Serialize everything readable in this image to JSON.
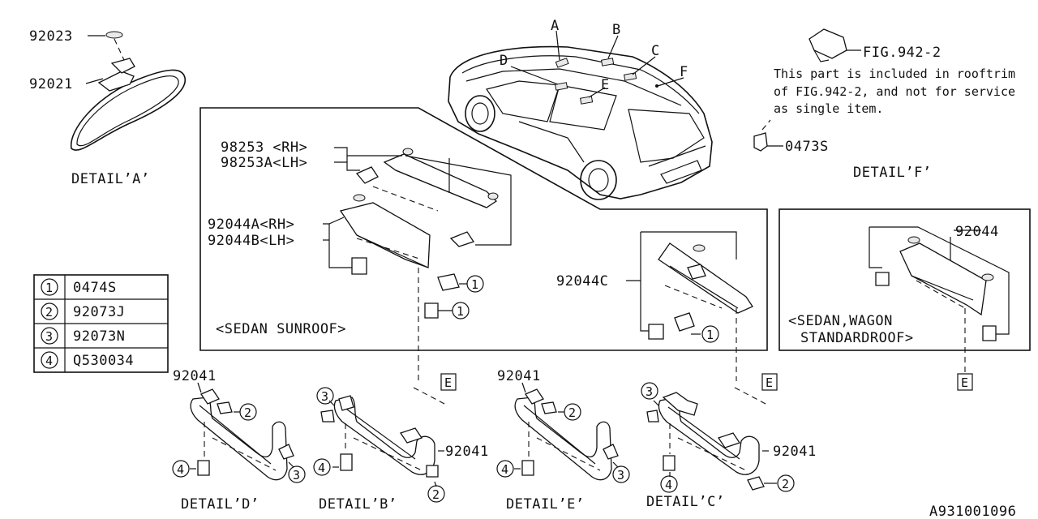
{
  "labels": {
    "p92023": "92023",
    "p92021": "92021",
    "detail_a": "DETAIL’A’",
    "car_a": "A",
    "car_b": "B",
    "car_c": "C",
    "car_d": "D",
    "car_e": "E",
    "car_f": "F",
    "fig942": "FIG.942-2",
    "note_1": "This part is included in rooftrim",
    "note_2": "of FIG.942-2, and not for service",
    "note_3": "as single item.",
    "p0473s": "0473S",
    "detail_f": "DETAIL’F’",
    "p98253_rh": "98253 <RH>",
    "p98253a_lh": "98253A<LH>",
    "p92044a_rh": "92044A<RH>",
    "p92044b_lh": "92044B<LH>",
    "sedan_sunroof": "<SEDAN SUNROOF>",
    "p92044c": "92044C",
    "p92044": "92044",
    "std_roof_1": "<SEDAN,WAGON",
    "std_roof_2": "STANDARDROOF>",
    "box_e": "E",
    "p92041": "92041",
    "detail_d": "DETAIL’D’",
    "detail_b": "DETAIL’B’",
    "detail_e": "DETAIL’E’",
    "detail_c": "DETAIL’C’",
    "drawing_id": "A931001096"
  },
  "legend": [
    {
      "num": "1",
      "part": "0474S"
    },
    {
      "num": "2",
      "part": "92073J"
    },
    {
      "num": "3",
      "part": "92073N"
    },
    {
      "num": "4",
      "part": "Q530034"
    }
  ],
  "callouts": {
    "c1": "1",
    "c2": "2",
    "c3": "3",
    "c4": "4"
  }
}
